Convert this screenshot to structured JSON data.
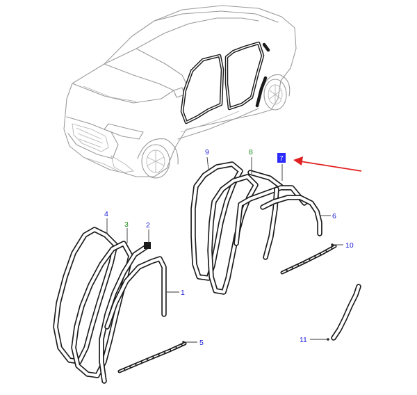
{
  "callouts": {
    "c1": {
      "label": "1",
      "color": "#1b1bd8"
    },
    "c2": {
      "label": "2",
      "color": "#1b1bd8"
    },
    "c3": {
      "label": "3",
      "color": "#1a8a1a"
    },
    "c4": {
      "label": "4",
      "color": "#1b1bd8"
    },
    "c5": {
      "label": "5",
      "color": "#1b1bd8"
    },
    "c6": {
      "label": "6",
      "color": "#1b1bd8"
    },
    "c7": {
      "label": "7",
      "color": "#1b1bd8",
      "highlighted": true
    },
    "c8": {
      "label": "8",
      "color": "#1a8a1a"
    },
    "c9": {
      "label": "9",
      "color": "#1b1bd8"
    },
    "c10": {
      "label": "10",
      "color": "#1b1bd8"
    },
    "c11": {
      "label": "11",
      "color": "#1b1bd8"
    }
  },
  "highlight_arrow": {
    "color": "#e02020",
    "points_to": "7"
  },
  "vehicle": {
    "icon": "suv-outline-illustration"
  }
}
